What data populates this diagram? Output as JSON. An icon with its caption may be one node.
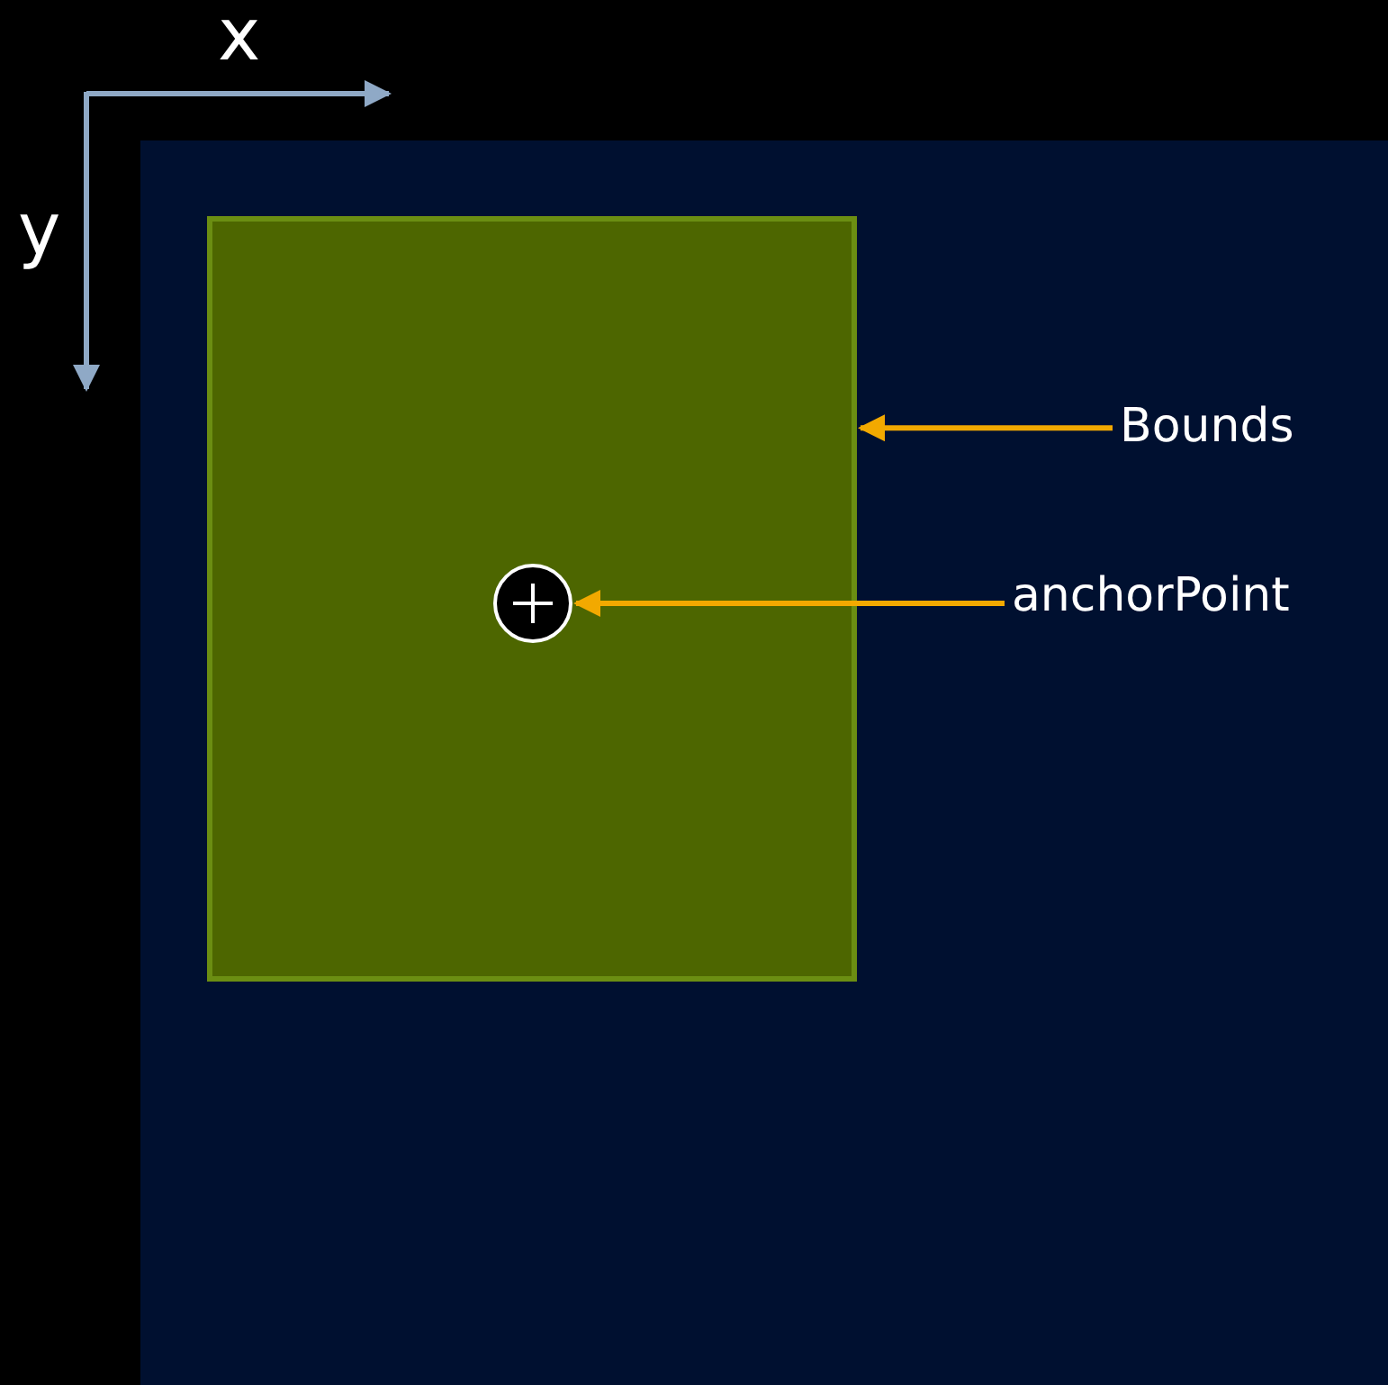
{
  "diagram": {
    "nodes": [
      {
        "text": [],
        "shape": "box"
      },
      {
        "text": [],
        "shape": "circle",
        "in": 0
      },
      {
        "text": [
          "Bounds"
        ]
      },
      {
        "text": [
          "anchorPoint"
        ]
      }
    ],
    "edges": [
      {
        "from": 2,
        "to": 0,
        "arrow": "to"
      },
      {
        "from": 3,
        "to": 1,
        "arrow": "to"
      }
    ],
    "labels": [
      "x",
      "y"
    ]
  }
}
